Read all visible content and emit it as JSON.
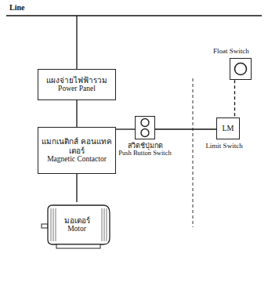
{
  "diagram": {
    "nodes": [
      {
        "text": [
          "แผงจ่ายไฟฟ้ารวม",
          "Power Panel"
        ]
      },
      {
        "text": [
          "แมกเนติกส์ คอนแทคเตอร์",
          "Magnetic Contactor"
        ]
      },
      {
        "text": [
          "สวิตช์ปุ่มกด",
          "Push Button Switch"
        ]
      },
      {
        "text": [
          "Float Switch"
        ]
      },
      {
        "text": [
          "LM",
          "Limit Switch"
        ]
      },
      {
        "text": [
          "มอเตอร์",
          "Motor"
        ]
      }
    ],
    "edges": [
      {
        "from": 0,
        "to": 1,
        "arrow": "none"
      },
      {
        "from": 1,
        "to": 5,
        "arrow": "none"
      },
      {
        "from": 1,
        "to": 2,
        "arrow": "none"
      },
      {
        "from": 2,
        "to": 4,
        "arrow": "none"
      },
      {
        "from": 3,
        "to": 4,
        "arrow": "none"
      }
    ],
    "labels": [
      "Line"
    ]
  }
}
